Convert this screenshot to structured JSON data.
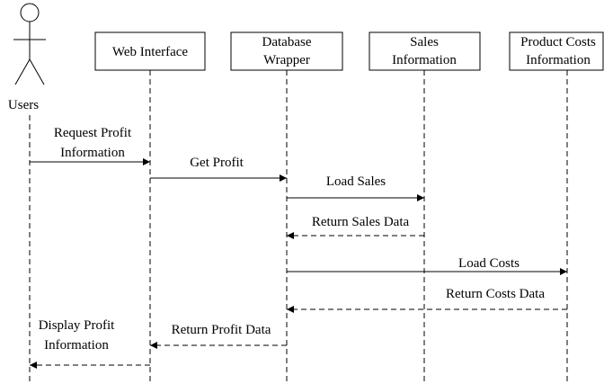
{
  "actor": {
    "label": "Users"
  },
  "participants": [
    {
      "id": "web",
      "label_lines": [
        "Web Interface"
      ]
    },
    {
      "id": "db",
      "label_lines": [
        "Database",
        "Wrapper"
      ]
    },
    {
      "id": "sales",
      "label_lines": [
        "Sales",
        "Information"
      ]
    },
    {
      "id": "costs",
      "label_lines": [
        "Product Costs",
        "Information"
      ]
    }
  ],
  "messages": [
    {
      "from": "users",
      "to": "web",
      "kind": "sync",
      "label_lines": [
        "Request Profit",
        "Information"
      ]
    },
    {
      "from": "web",
      "to": "db",
      "kind": "sync",
      "label_lines": [
        "Get Profit"
      ]
    },
    {
      "from": "db",
      "to": "sales",
      "kind": "sync",
      "label_lines": [
        "Load Sales"
      ]
    },
    {
      "from": "sales",
      "to": "db",
      "kind": "return",
      "label_lines": [
        "Return Sales Data"
      ]
    },
    {
      "from": "db",
      "to": "costs",
      "kind": "sync",
      "label_lines": [
        "Load Costs"
      ]
    },
    {
      "from": "costs",
      "to": "db",
      "kind": "return",
      "label_lines": [
        "Return Costs Data"
      ]
    },
    {
      "from": "db",
      "to": "web",
      "kind": "return",
      "label_lines": [
        "Return Profit Data"
      ]
    },
    {
      "from": "web",
      "to": "users",
      "kind": "return",
      "label_lines": [
        "Display Profit",
        "Information"
      ]
    }
  ]
}
